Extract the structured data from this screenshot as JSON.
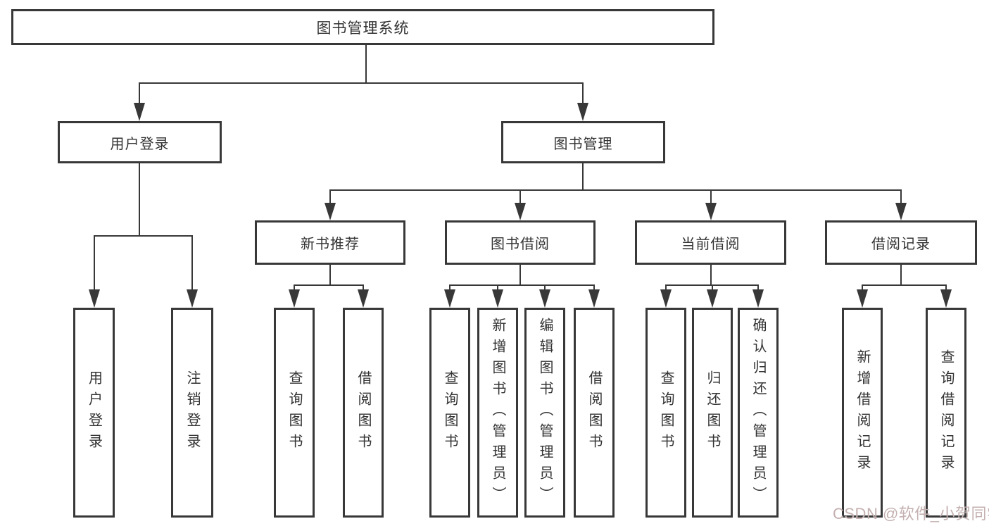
{
  "title": "图书管理系统",
  "level2": {
    "user_login": "用户登录",
    "book_mgmt": "图书管理"
  },
  "level3": {
    "new_book_rec": "新书推荐",
    "book_borrow": "图书借阅",
    "current_borrow": "当前借阅",
    "borrow_record": "借阅记录"
  },
  "leaves": {
    "user_login": "用户登录",
    "logout": "注销登录",
    "query_book_rec": "查询图书",
    "borrow_book_rec": "借阅图书",
    "query_book_borrow": "查询图书",
    "add_book_admin": "新增图书（管理员）",
    "edit_book_admin": "编辑图书（管理员）",
    "borrow_book_borrow": "借阅图书",
    "query_book_current": "查询图书",
    "return_book": "归还图书",
    "confirm_return_admin": "确认归还（管理员）",
    "add_borrow_record": "新增借阅记录",
    "query_borrow_record": "查询借阅记录"
  },
  "watermark": "CSDN @软件_小贺同学",
  "colors": {
    "line": "#383838",
    "text": "#333333",
    "box_bg": "#ffffff",
    "watermark": "#c4b0b0"
  }
}
